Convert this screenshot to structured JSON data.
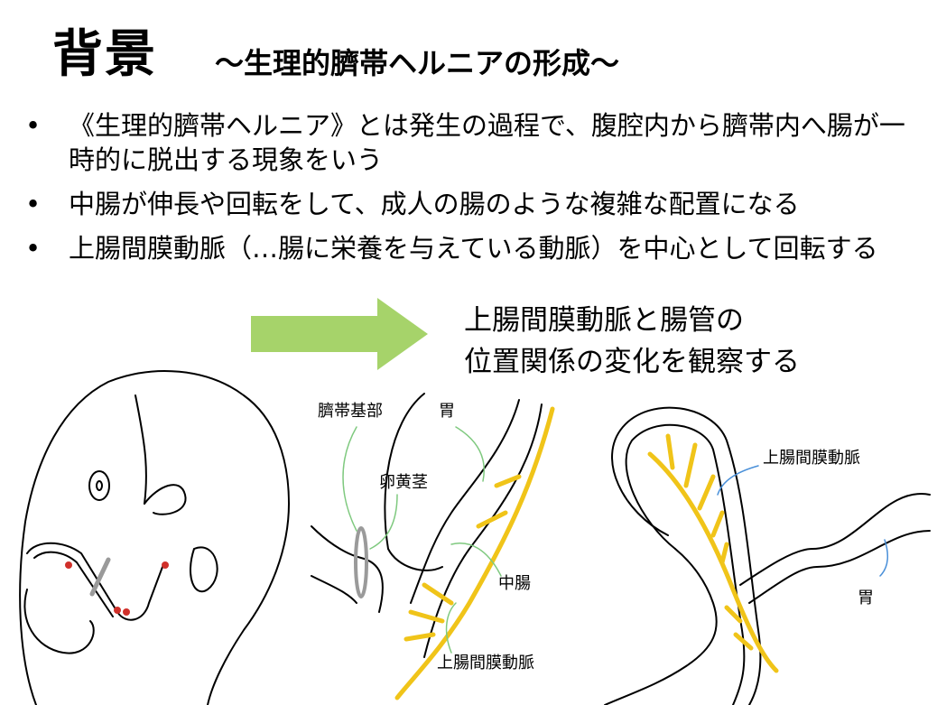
{
  "title": {
    "main": "背景",
    "sub": "～生理的臍帯ヘルニアの形成～"
  },
  "bullets": [
    {
      "marker": "•",
      "text": "《生理的臍帯ヘルニア》とは発生の過程で、腹腔内から臍帯内へ腸が一時的に脱出する現象をいう"
    },
    {
      "marker": "•",
      "text": "中腸が伸長や回転をして、成人の腸のような複雑な配置になる"
    },
    {
      "marker": "•",
      "text": "上腸間膜動脈（…腸に栄養を与えている動脈）を中心として回転する"
    }
  ],
  "caption": {
    "line1": "上腸間膜動脈と腸管の",
    "line2": "位置関係の変化を観察する"
  },
  "labels": {
    "umbilical_base": "臍帯基部",
    "stomach_mid": "胃",
    "yolk_stalk": "卵黄茎",
    "midgut": "中腸",
    "sma_mid": "上腸間膜動脈",
    "sma_right": "上腸間膜動脈",
    "stomach_right": "胃"
  },
  "colors": {
    "arrow": "#a6d36a",
    "artery": "#f0c419",
    "leader_green": "#7fc97f",
    "leader_blue": "#4a90d9",
    "marker_red": "#d0302a",
    "stalk_gray": "#9a9a9a"
  }
}
